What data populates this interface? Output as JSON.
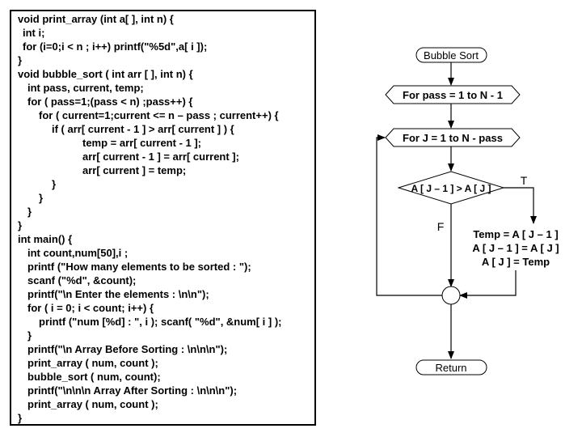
{
  "code": {
    "lines": [
      "void print_array (int a[ ], int n) {",
      "int i;",
      "for (i=0;i < n ; i++) printf(\"%5d\",a[ i ]);",
      "}",
      "void bubble_sort ( int arr [ ], int n) {",
      "int pass, current, temp;",
      "for ( pass=1;(pass < n) ;pass++) {",
      "for ( current=1;current <= n – pass ; current++) {",
      "if ( arr[ current - 1 ] > arr[ current ] ) {",
      "temp = arr[ current - 1 ];",
      "arr[ current - 1 ] = arr[ current ];",
      "arr[ current ] = temp;",
      "}",
      "}",
      "}",
      "}",
      "int main() {",
      "int count,num[50],i ;",
      "printf (\"How many elements to be sorted : \");",
      "scanf (\"%d\", &count);",
      "printf(\"\\n Enter the elements : \\n\\n\");",
      "for ( i = 0; i < count; i++) {",
      "printf (\"num [%d] : \", i ); scanf( \"%d\", &num[ i ] );",
      "}",
      "printf(\"\\n Array Before Sorting : \\n\\n\\n\");",
      "print_array ( num, count );",
      "bubble_sort ( num, count);",
      "printf(\"\\n\\n\\n Array After Sorting : \\n\\n\\n\");",
      "print_array ( num, count );",
      "}"
    ]
  },
  "flowchart": {
    "start_label": "Bubble Sort",
    "outer_loop": "For pass = 1 to N - 1",
    "inner_loop": "For J = 1 to N - pass",
    "condition": "A [ J – 1 ] > A [ J ]",
    "true_label": "T",
    "false_label": "F",
    "swap_lines": [
      "Temp = A [ J – 1 ]",
      "A [ J – 1 ] = A [ J ]",
      "A [ J ] = Temp"
    ],
    "end_label": "Return"
  }
}
